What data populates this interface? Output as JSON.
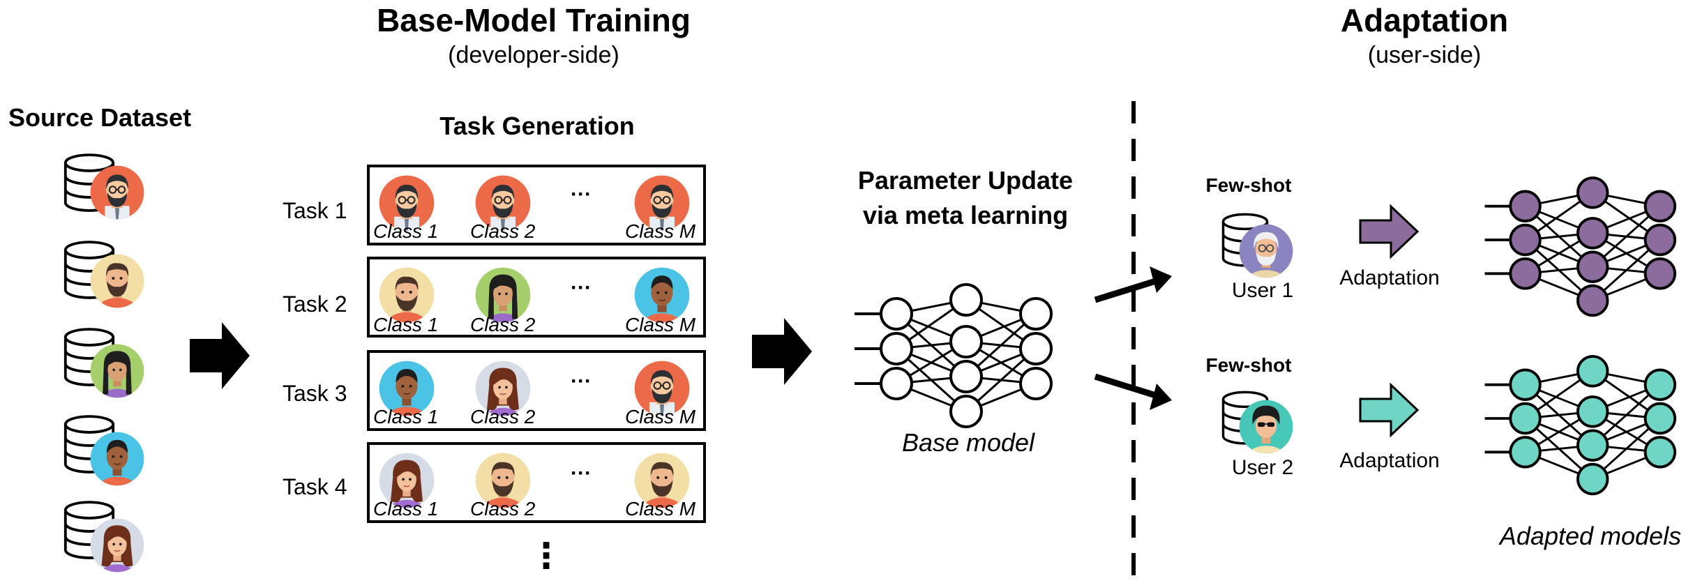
{
  "titles": {
    "base_training": "Base-Model Training",
    "base_training_sub": "(developer-side)",
    "adaptation": "Adaptation",
    "adaptation_sub": "(user-side)"
  },
  "source": {
    "title": "Source Dataset"
  },
  "task_generation": {
    "title": "Task Generation",
    "ellipsis": "···",
    "more": "⋮",
    "tasks": [
      {
        "label": "Task 1",
        "classes": [
          "Class 1",
          "Class 2",
          "Class M"
        ]
      },
      {
        "label": "Task 2",
        "classes": [
          "Class 1",
          "Class 2",
          "Class M"
        ]
      },
      {
        "label": "Task 3",
        "classes": [
          "Class 1",
          "Class 2",
          "Class M"
        ]
      },
      {
        "label": "Task 4",
        "classes": [
          "Class 1",
          "Class 2",
          "Class M"
        ]
      }
    ]
  },
  "meta": {
    "line1": "Parameter Update",
    "line2": "via meta learning",
    "base_model": "Base model"
  },
  "users": [
    {
      "fewshot": "Few-shot",
      "name": "User 1",
      "adapt": "Adaptation",
      "color": "#8b6c9c"
    },
    {
      "fewshot": "Few-shot",
      "name": "User 2",
      "adapt": "Adaptation",
      "color": "#6fd6c6"
    }
  ],
  "adapted_models": "Adapted models",
  "colors": {
    "orange": "#ec6a47",
    "beige": "#f3dfa6",
    "green": "#a4cf6a",
    "blue": "#4bc3e6",
    "grey": "#d5dce6",
    "purple_user": "#8a84c0",
    "teal_user": "#47c7b8"
  }
}
